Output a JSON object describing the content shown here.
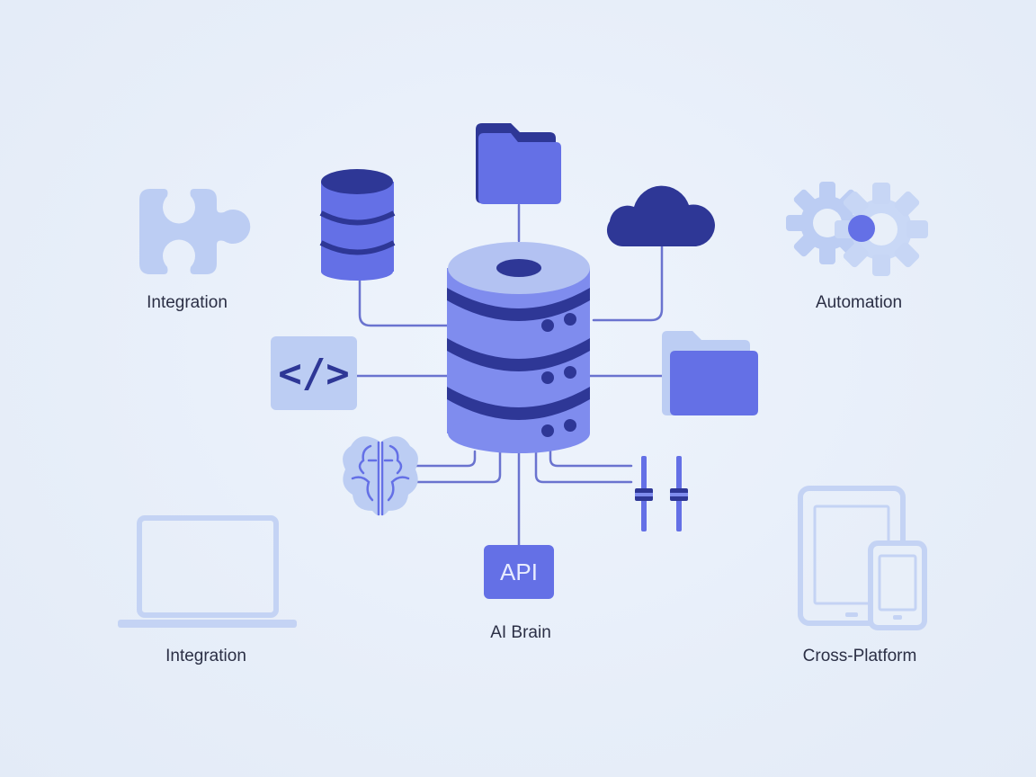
{
  "labels": {
    "top_left": "Integration",
    "top_right": "Automation",
    "bottom_left": "Integration",
    "bottom_center": "AI Brain",
    "bottom_right": "Cross-Platform"
  },
  "api_box": {
    "text": "API"
  },
  "code_box": {
    "text": "</>"
  },
  "colors": {
    "background": "#e8eff9",
    "primary_dark": "#2e3796",
    "primary": "#6470e6",
    "primary_mid": "#7f8cee",
    "light": "#bccdf3",
    "pale": "#c4d3f4",
    "line": "#6a73cf"
  },
  "icons": [
    "puzzle-icon",
    "gears-icon",
    "laptop-icon",
    "tablet-phone-icon",
    "database-icon",
    "folder-icon",
    "cloud-icon",
    "code-icon",
    "folder-icon",
    "brain-icon",
    "api-icon",
    "sliders-icon",
    "server-icon"
  ]
}
